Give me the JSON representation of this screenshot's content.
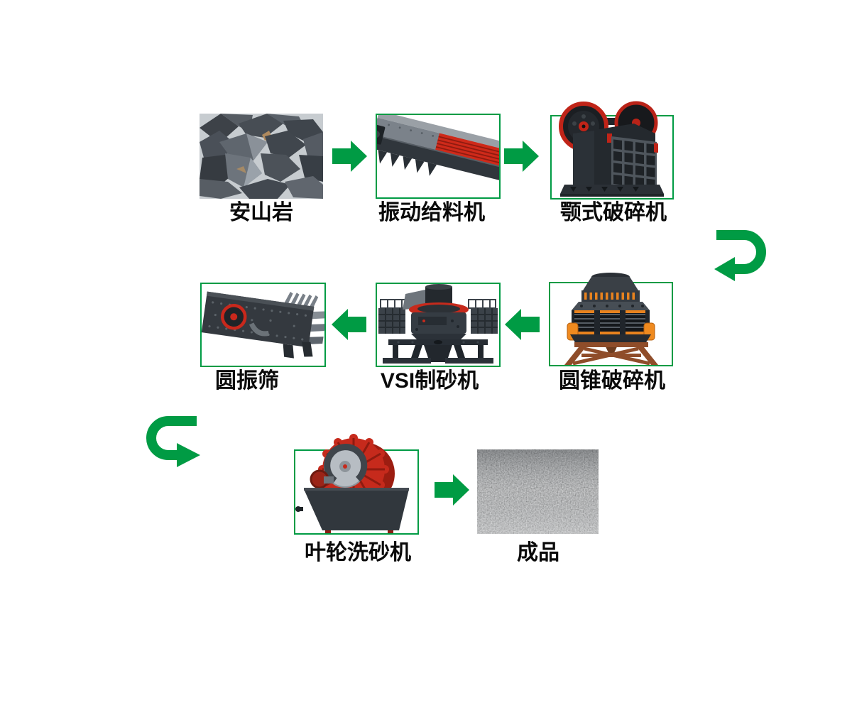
{
  "colors": {
    "arrow_green": "#009B44",
    "frame_green": "#009B44",
    "label_text": "#0a0a0a",
    "background": "#ffffff",
    "machine_red": "#c62a1c",
    "spring_orange": "#e8821e",
    "stand_brown": "#8f4d2a"
  },
  "flow": {
    "nodes": [
      {
        "id": "andesite",
        "label": "安山岩",
        "kind": "material-photo",
        "framed": false
      },
      {
        "id": "vibrating-feeder",
        "label": "振动给料机",
        "kind": "machine-photo",
        "framed": true
      },
      {
        "id": "jaw-crusher",
        "label": "颚式破碎机",
        "kind": "machine-photo",
        "framed": true
      },
      {
        "id": "cone-crusher",
        "label": "圆锥破碎机",
        "kind": "machine-photo",
        "framed": true
      },
      {
        "id": "vsi-sand-maker",
        "label": "VSI制砂机",
        "kind": "machine-photo",
        "framed": true
      },
      {
        "id": "circular-vibrating-screen",
        "label": "圆振筛",
        "kind": "machine-photo",
        "framed": true
      },
      {
        "id": "impeller-sand-washer",
        "label": "叶轮洗砂机",
        "kind": "machine-photo",
        "framed": true
      },
      {
        "id": "finished-product",
        "label": "成品",
        "kind": "material-photo",
        "framed": false
      }
    ],
    "connections": [
      {
        "from": "andesite",
        "to": "vibrating-feeder",
        "shape": "straight-right"
      },
      {
        "from": "vibrating-feeder",
        "to": "jaw-crusher",
        "shape": "straight-right"
      },
      {
        "from": "jaw-crusher",
        "to": "cone-crusher",
        "shape": "u-turn-to-left"
      },
      {
        "from": "cone-crusher",
        "to": "vsi-sand-maker",
        "shape": "straight-left"
      },
      {
        "from": "vsi-sand-maker",
        "to": "circular-vibrating-screen",
        "shape": "straight-left"
      },
      {
        "from": "circular-vibrating-screen",
        "to": "impeller-sand-washer",
        "shape": "u-turn-to-right"
      },
      {
        "from": "impeller-sand-washer",
        "to": "finished-product",
        "shape": "straight-right"
      }
    ]
  }
}
